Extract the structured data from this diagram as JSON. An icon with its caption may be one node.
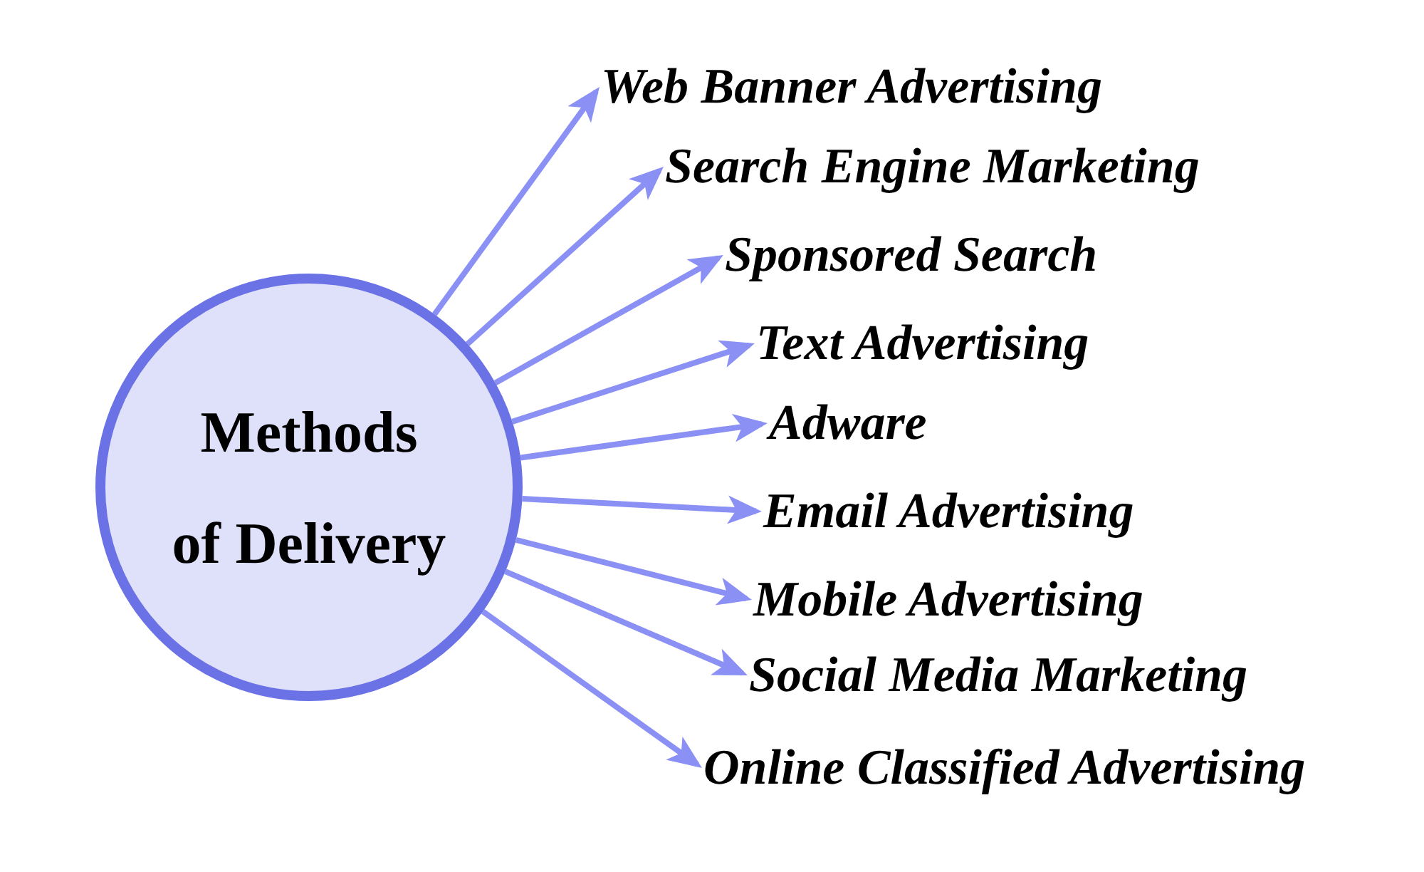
{
  "diagram": {
    "nodes": [
      {
        "text": [
          "Methods of Delivery"
        ]
      },
      {
        "text": [
          "Web Banner Advertising"
        ]
      },
      {
        "text": [
          "Search Engine Marketing"
        ]
      },
      {
        "text": [
          "Sponsored Search"
        ]
      },
      {
        "text": [
          "Text Advertising"
        ]
      },
      {
        "text": [
          "Adware"
        ]
      },
      {
        "text": [
          "Email Advertising"
        ]
      },
      {
        "text": [
          "Mobile Advertising"
        ]
      },
      {
        "text": [
          "Social Media Marketing"
        ]
      },
      {
        "text": [
          "Online Classified Advertising"
        ]
      }
    ],
    "edges": [
      {
        "from": 0,
        "to": 1,
        "arrow": "to"
      },
      {
        "from": 0,
        "to": 2,
        "arrow": "to"
      },
      {
        "from": 0,
        "to": 3,
        "arrow": "to"
      },
      {
        "from": 0,
        "to": 4,
        "arrow": "to"
      },
      {
        "from": 0,
        "to": 5,
        "arrow": "to"
      },
      {
        "from": 0,
        "to": 6,
        "arrow": "to"
      },
      {
        "from": 0,
        "to": 7,
        "arrow": "to"
      },
      {
        "from": 0,
        "to": 8,
        "arrow": "to"
      },
      {
        "from": 0,
        "to": 9,
        "arrow": "to"
      }
    ]
  }
}
